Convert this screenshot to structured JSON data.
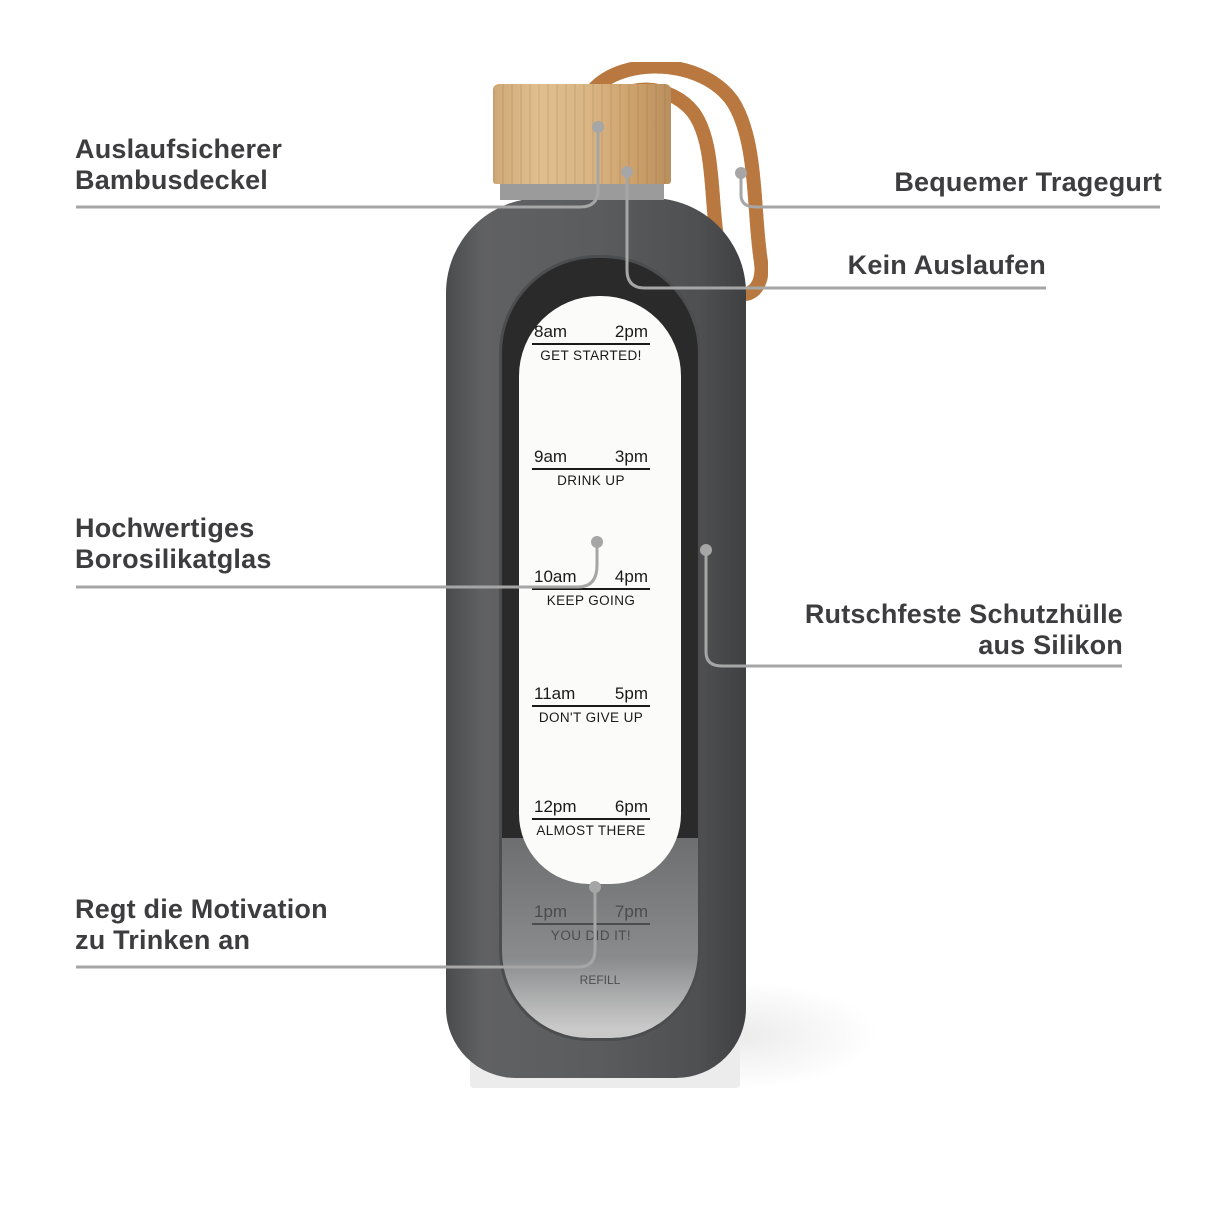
{
  "image": {
    "background": "#ffffff",
    "text_color": "#3d3d3f",
    "line_color": "#a6a6a6",
    "sleeve_color": "#58595b",
    "cap_color": "#d9b584",
    "strap_color": "#c8874a"
  },
  "callouts": [
    {
      "id": "bamboo-lid",
      "lines": [
        "Auslaufsicherer",
        "Bambusdeckel"
      ],
      "side": "left"
    },
    {
      "id": "carry-strap",
      "lines": [
        "Bequemer Tragegurt"
      ],
      "side": "right"
    },
    {
      "id": "leak-proof",
      "lines": [
        "Kein Auslaufen"
      ],
      "side": "right"
    },
    {
      "id": "borosilicate-glass",
      "lines": [
        "Hochwertiges",
        "Borosilikatglas"
      ],
      "side": "left"
    },
    {
      "id": "silicone-sleeve",
      "lines": [
        "Rutschfeste Schutzhülle",
        "aus Silikon"
      ],
      "side": "right"
    },
    {
      "id": "motivation",
      "lines": [
        "Regt die Motivation",
        "zu Trinken an"
      ],
      "side": "left"
    }
  ],
  "bottle_markings": [
    {
      "left": "8am",
      "right": "2pm",
      "message": "GET STARTED!"
    },
    {
      "left": "9am",
      "right": "3pm",
      "message": "DRINK UP"
    },
    {
      "left": "10am",
      "right": "4pm",
      "message": "KEEP GOING"
    },
    {
      "left": "11am",
      "right": "5pm",
      "message": "DON'T GIVE UP"
    },
    {
      "left": "12pm",
      "right": "6pm",
      "message": "ALMOST THERE"
    },
    {
      "left": "1pm",
      "right": "7pm",
      "message": "YOU DID IT!"
    }
  ],
  "refill_label": "REFILL"
}
